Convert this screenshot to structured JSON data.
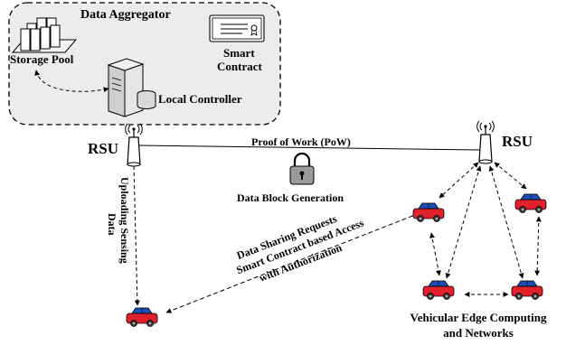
{
  "labels": {
    "data_aggregator": "Data Aggregator",
    "storage_pool": "Storage Pool",
    "smart_contract_line1": "Smart",
    "smart_contract_line2": "Contract",
    "local_controller": "Local Controller",
    "rsu_left": "RSU",
    "rsu_right": "RSU",
    "pow": "Proof of Work (PoW)",
    "data_block_generation": "Data Block Generation",
    "uploading_line1": "Uploading Sensing",
    "uploading_line2": "Data",
    "request_line1": "Data Sharing Requests",
    "request_line2": "Smart Contract based Access",
    "request_line3": "with Authorization",
    "vec_line1": "Vehicular Edge Computing",
    "vec_line2": "and Networks"
  },
  "colors": {
    "aggregator_fill": "#ececec",
    "car_body": "#e0202a",
    "car_roof": "#1a4fb5",
    "server": "#d9d9d9",
    "line": "#000000"
  }
}
